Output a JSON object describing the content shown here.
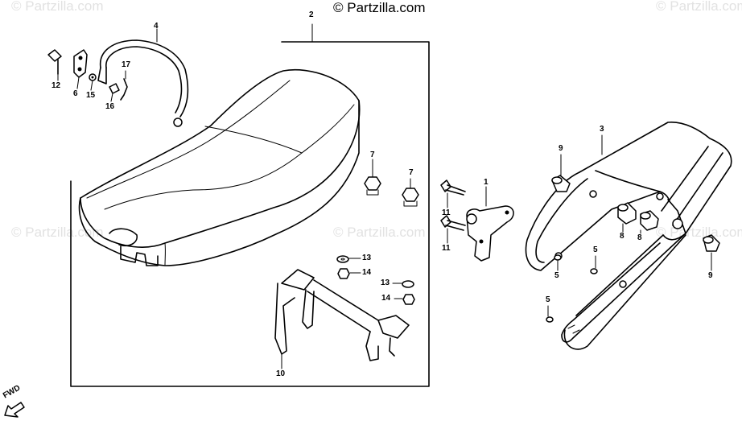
{
  "copyright": "© Partzilla.com",
  "watermark": "© Partzilla.com",
  "direction_label": "FWD",
  "callouts": {
    "c1": "1",
    "c2": "2",
    "c3": "3",
    "c4": "4",
    "c5a": "5",
    "c5b": "5",
    "c5c": "5",
    "c6": "6",
    "c7a": "7",
    "c7b": "7",
    "c8a": "8",
    "c8b": "8",
    "c9a": "9",
    "c9b": "9",
    "c10": "10",
    "c11a": "11",
    "c11b": "11",
    "c12": "12",
    "c13a": "13",
    "c13b": "13",
    "c14a": "14",
    "c14b": "14",
    "c15": "15",
    "c16": "16",
    "c17": "17"
  },
  "icons": [
    "direction-arrow-icon"
  ]
}
